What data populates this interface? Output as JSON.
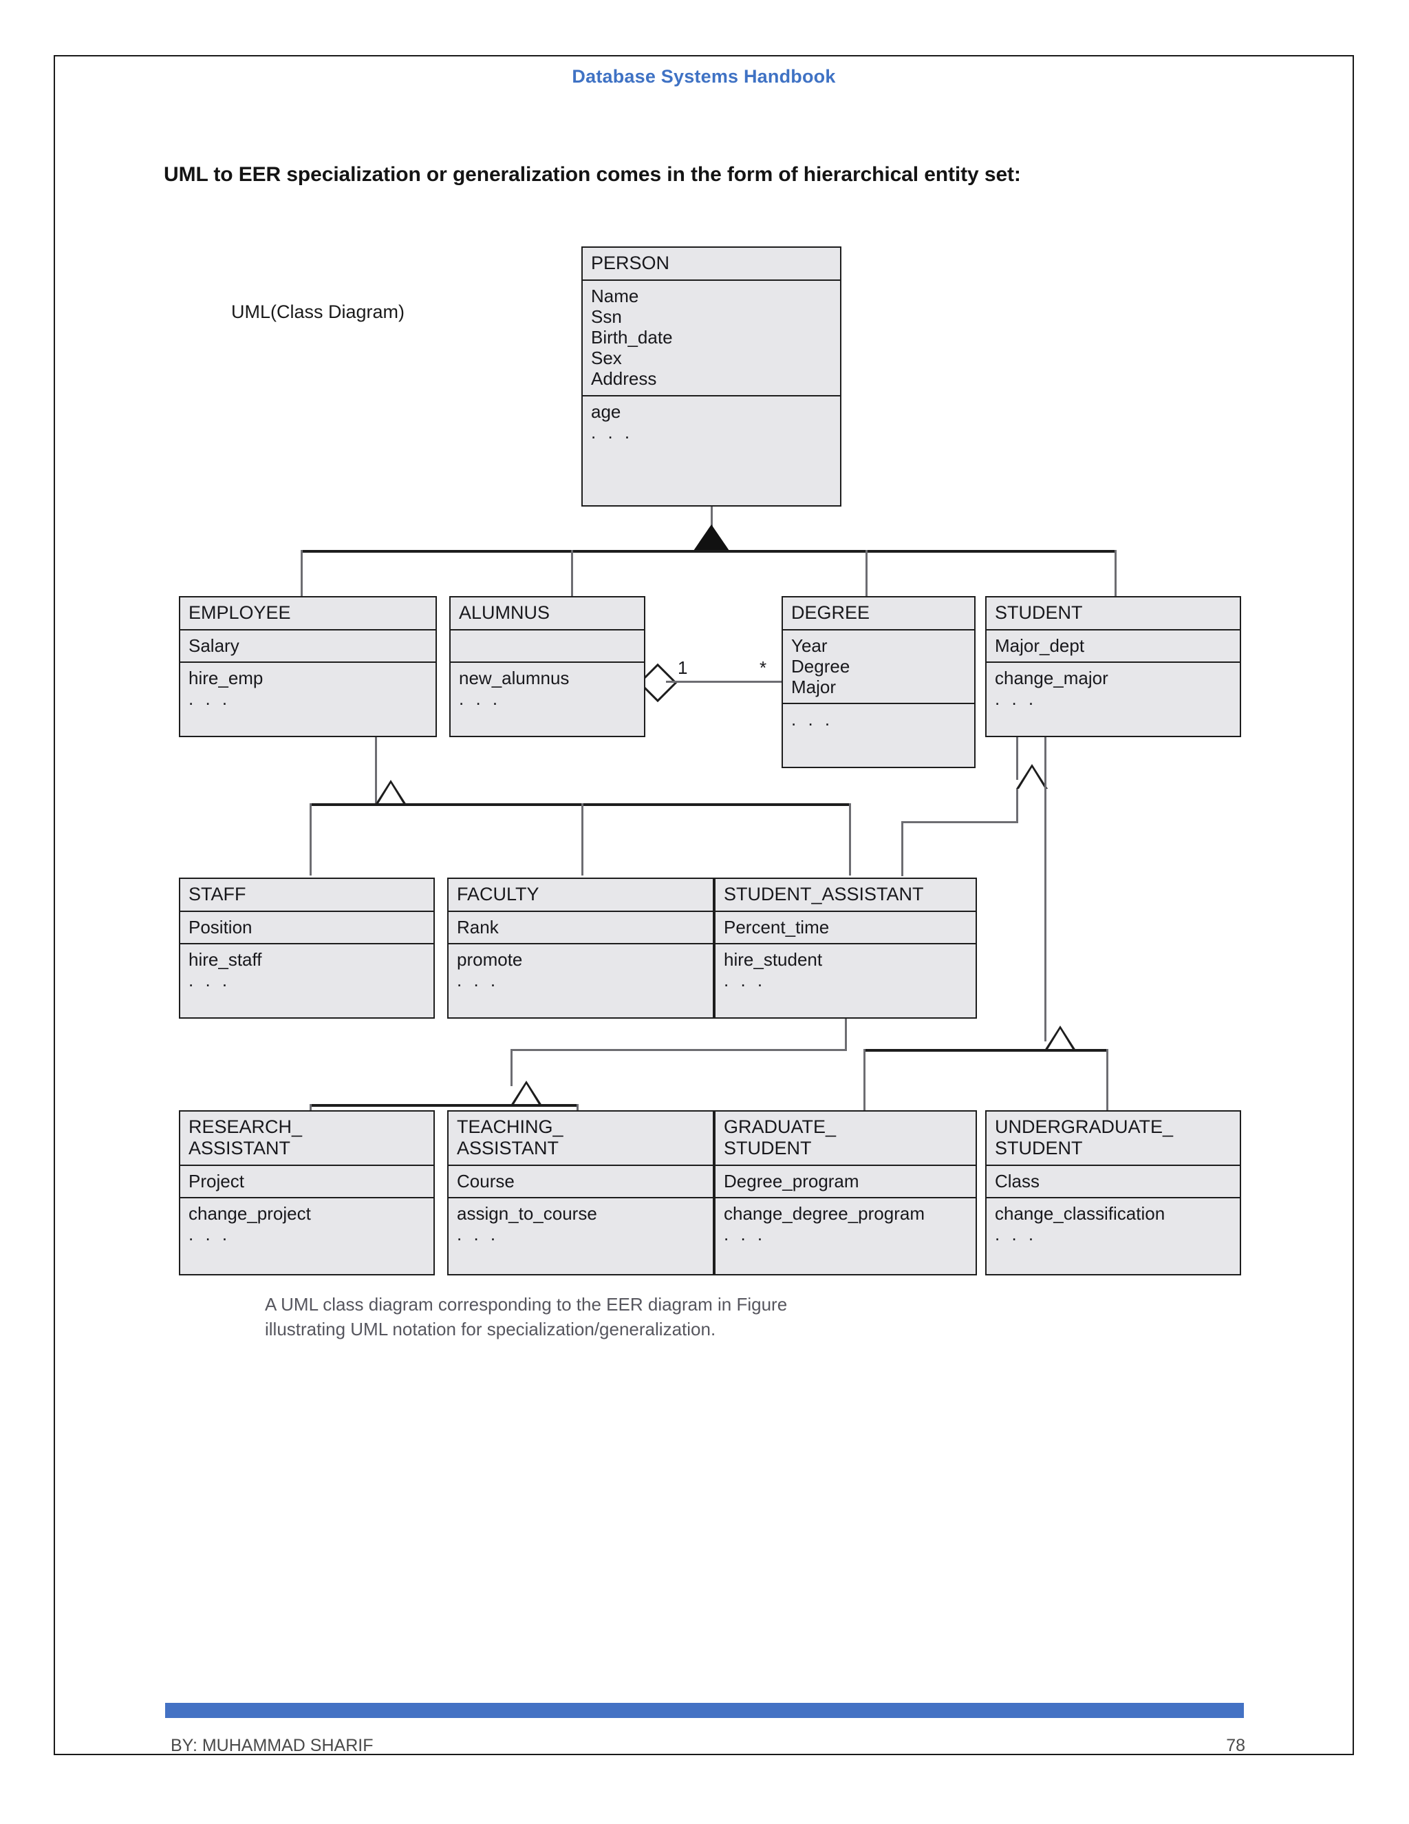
{
  "document": {
    "header_title": "Database Systems Handbook",
    "section_heading": "UML to EER specialization or generalization comes in the form of hierarchical entity set:",
    "legend_label": "UML(Class Diagram)",
    "caption_line1": "A UML class diagram corresponding to the EER diagram in Figure",
    "caption_line2": "illustrating UML notation for specialization/generalization.",
    "footer_author": "BY: MUHAMMAD SHARIF",
    "footer_page": "78",
    "accent_color": "#4472c4",
    "header_color": "#3f72c4",
    "class_fill": "#e7e7ea",
    "class_stroke": "#1d1d1d"
  },
  "classes": {
    "person": {
      "name": "PERSON",
      "attributes": [
        "Name",
        "Ssn",
        "Birth_date",
        "Sex",
        "Address"
      ],
      "operations": [
        "age",
        ". . ."
      ]
    },
    "employee": {
      "name": "EMPLOYEE",
      "attributes": [
        "Salary"
      ],
      "operations": [
        "hire_emp",
        ". . ."
      ]
    },
    "alumnus": {
      "name": "ALUMNUS",
      "attributes": [
        ""
      ],
      "operations": [
        "new_alumnus",
        ". . ."
      ]
    },
    "degree": {
      "name": "DEGREE",
      "attributes": [
        "Year",
        "Degree",
        "Major"
      ],
      "operations": [
        ". . ."
      ]
    },
    "student": {
      "name": "STUDENT",
      "attributes": [
        "Major_dept"
      ],
      "operations": [
        "change_major",
        ". . ."
      ]
    },
    "staff": {
      "name": "STAFF",
      "attributes": [
        "Position"
      ],
      "operations": [
        "hire_staff",
        ". . ."
      ]
    },
    "faculty": {
      "name": "FACULTY",
      "attributes": [
        "Rank"
      ],
      "operations": [
        "promote",
        ". . ."
      ]
    },
    "student_assistant": {
      "name": "STUDENT_ASSISTANT",
      "attributes": [
        "Percent_time"
      ],
      "operations": [
        "hire_student",
        ". . ."
      ]
    },
    "research_assistant": {
      "name_line1": "RESEARCH_",
      "name_line2": "ASSISTANT",
      "attributes": [
        "Project"
      ],
      "operations": [
        "change_project",
        ". . ."
      ]
    },
    "teaching_assistant": {
      "name_line1": "TEACHING_",
      "name_line2": "ASSISTANT",
      "attributes": [
        "Course"
      ],
      "operations": [
        "assign_to_course",
        ". . ."
      ]
    },
    "graduate_student": {
      "name_line1": "GRADUATE_",
      "name_line2": "STUDENT",
      "attributes": [
        "Degree_program"
      ],
      "operations": [
        "change_degree_program",
        ". . ."
      ]
    },
    "undergraduate_student": {
      "name_line1": "UNDERGRADUATE_",
      "name_line2": "STUDENT",
      "attributes": [
        "Class"
      ],
      "operations": [
        "change_classification",
        ". . ."
      ]
    }
  },
  "association": {
    "source_multiplicity": "1",
    "target_multiplicity": "*"
  }
}
